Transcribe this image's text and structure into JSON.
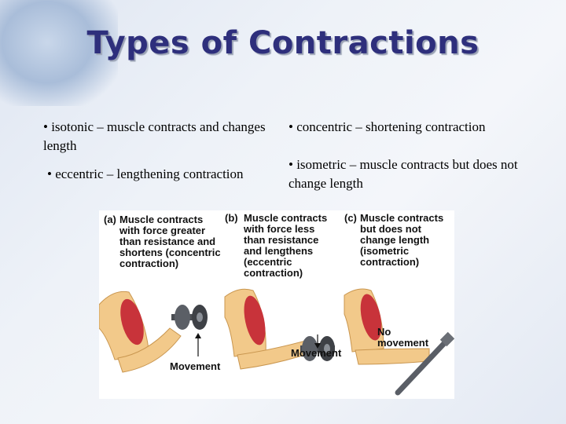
{
  "slide": {
    "title": "Types of Contractions",
    "bullets": {
      "isotonic": "• isotonic – muscle contracts and changes length",
      "eccentric": "• eccentric – lengthening contraction",
      "concentric": "• concentric – shortening contraction",
      "isometric": "• isometric – muscle contracts but does not change length"
    }
  },
  "figure": {
    "panels": [
      {
        "letter": "(a)",
        "lines": [
          "Muscle contracts",
          "with force greater",
          "than resistance and",
          "shortens (concentric",
          "contraction)"
        ],
        "arrow_label": "Movement"
      },
      {
        "letter": "(b)",
        "lines": [
          "Muscle contracts",
          "with force less",
          "than resistance",
          "and lengthens",
          "(eccentric",
          "contraction)"
        ],
        "arrow_label": "Movement"
      },
      {
        "letter": "(c)",
        "lines": [
          "Muscle contracts",
          "but does not",
          "change length",
          "(isometric",
          "contraction)"
        ],
        "arrow_label_lines": [
          "No",
          "movement"
        ]
      }
    ],
    "colors": {
      "muscle": "#c8333a",
      "skin": "#f2c98a",
      "bone": "#e8d3a6",
      "weight": "#4a4d52"
    }
  }
}
